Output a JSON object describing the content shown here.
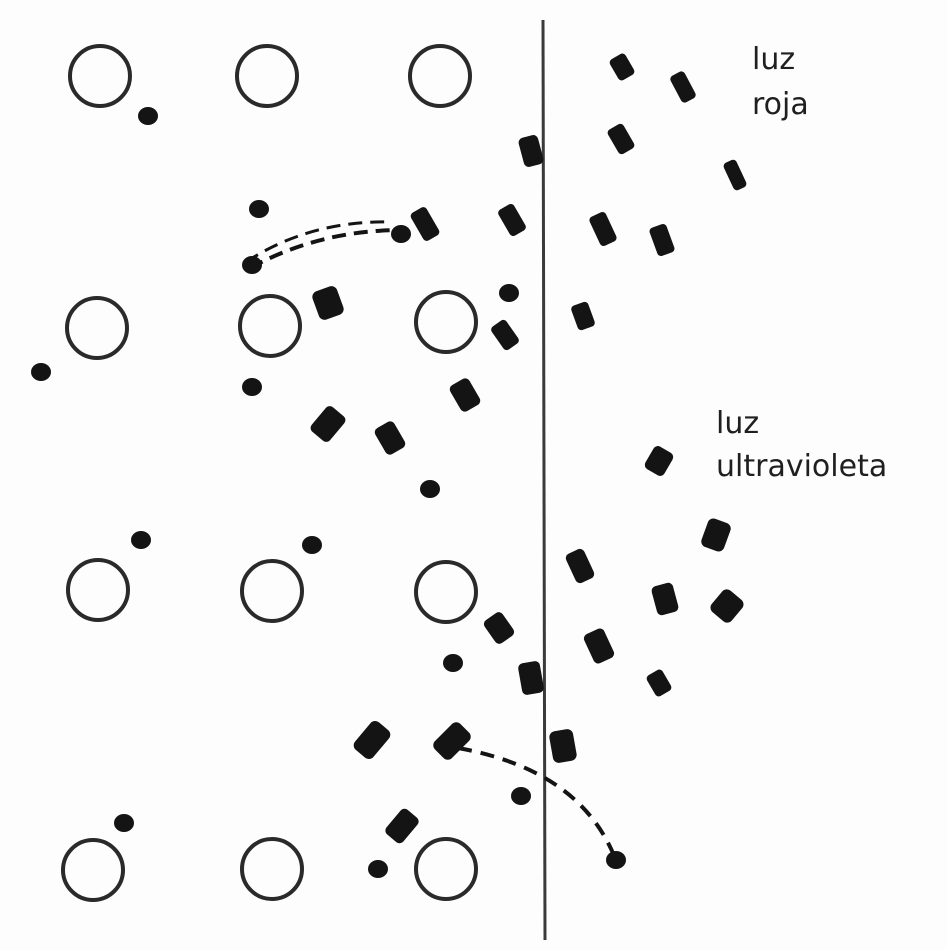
{
  "labels": {
    "red_light": [
      "luz",
      "roja"
    ],
    "uv_light": [
      "luz",
      "ultravioleta"
    ]
  },
  "colors": {
    "ink": "#141414",
    "outline": "#2a2a2a",
    "background": "#fdfdfd",
    "label": "#1f1f1f"
  }
}
